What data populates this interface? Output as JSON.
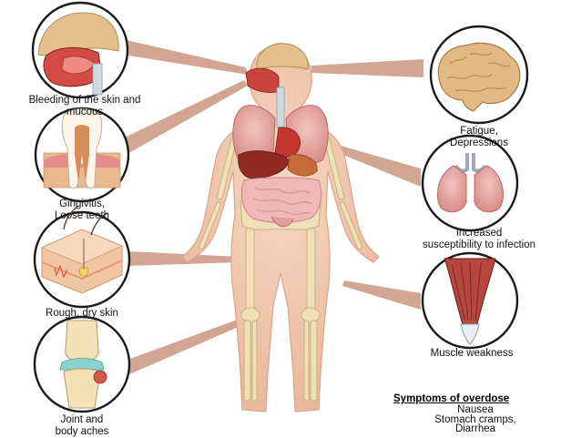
{
  "symptoms": {
    "bleeding": "Bleeding of the skin and\nmucous",
    "gingivitis": "Gingivitis,\nLoose teeth",
    "skin": "Rough, dry skin",
    "joint": "Joint and\nbody aches",
    "fatigue": "Fatigue,\nDepressions",
    "infection": "Increased\nsusceptibility to infection",
    "muscle": "Muscle weakness"
  },
  "overdose": {
    "title": "Symptoms of overdose",
    "items": [
      "Nausea",
      "Stomach cramps,",
      "Diarrhea"
    ]
  },
  "colors": {
    "skin": "#f3cdb3",
    "pointer": "#c99680",
    "circle_border": "#1a1a1a",
    "bone": "#efe0b8",
    "organ_red": "#b2322c",
    "lung": "#e9a9a5"
  }
}
